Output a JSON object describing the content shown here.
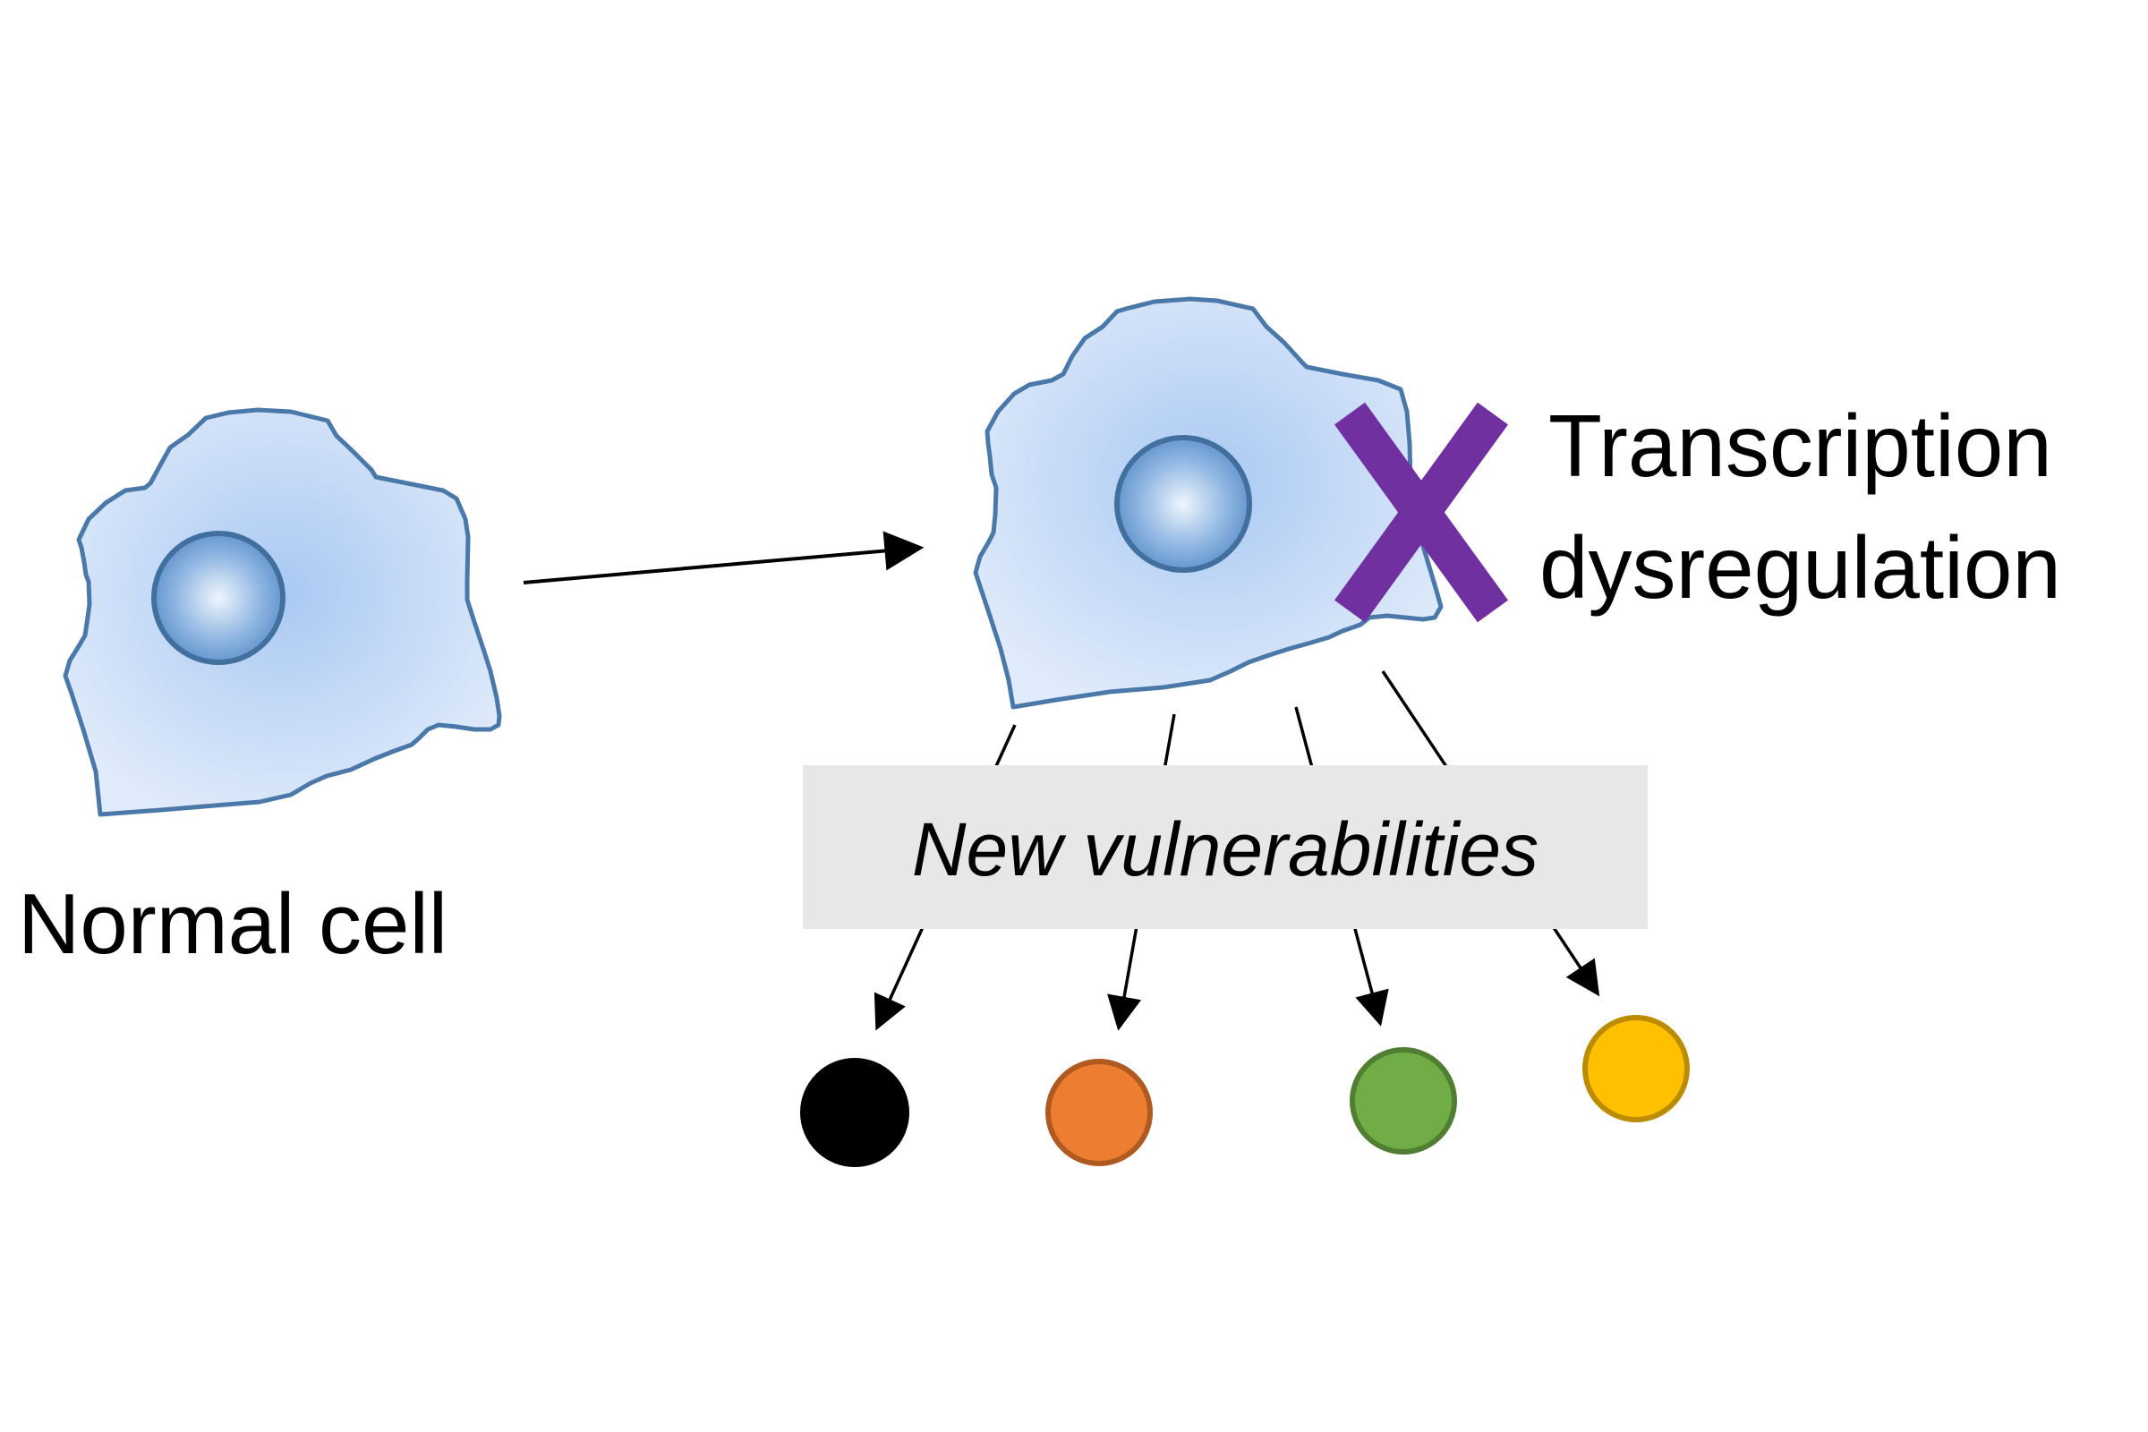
{
  "labels": {
    "normal_cell": "Normal cell",
    "transcription_line1": "Transcription",
    "transcription_line2": "dysregulation",
    "new_vulnerabilities": "New vulnerabilities"
  },
  "colors": {
    "cell_fill_center": "#a8c8f0",
    "cell_fill_edge": "#dce8fa",
    "cell_outline": "#4a78a8",
    "nucleus_center": "#e8f2fc",
    "nucleus_edge": "#4f86c0",
    "cross": "#7030a0",
    "box_fill": "#e7e7e7",
    "arrow": "#000000",
    "dot_black": "#000000",
    "dot_orange": "#ed7d31",
    "dot_orange_outline": "#ae5a21",
    "dot_green": "#70ad47",
    "dot_green_outline": "#507e32",
    "dot_yellow": "#ffc000",
    "dot_yellow_outline": "#bc8c00"
  },
  "icons": {
    "cross": "x-mark-icon",
    "arrow": "arrow-icon"
  }
}
